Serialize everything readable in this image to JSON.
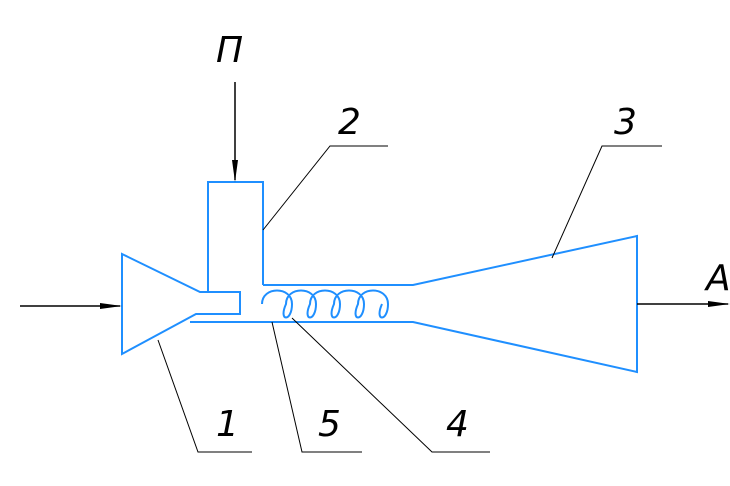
{
  "diagram": {
    "labels": {
      "one": "1",
      "two": "2",
      "three": "3",
      "four": "4",
      "five": "5",
      "inlet": "П",
      "outlet": "А"
    },
    "colors": {
      "part": "#1f8fff",
      "line": "#000000",
      "background": "#ffffff"
    }
  }
}
